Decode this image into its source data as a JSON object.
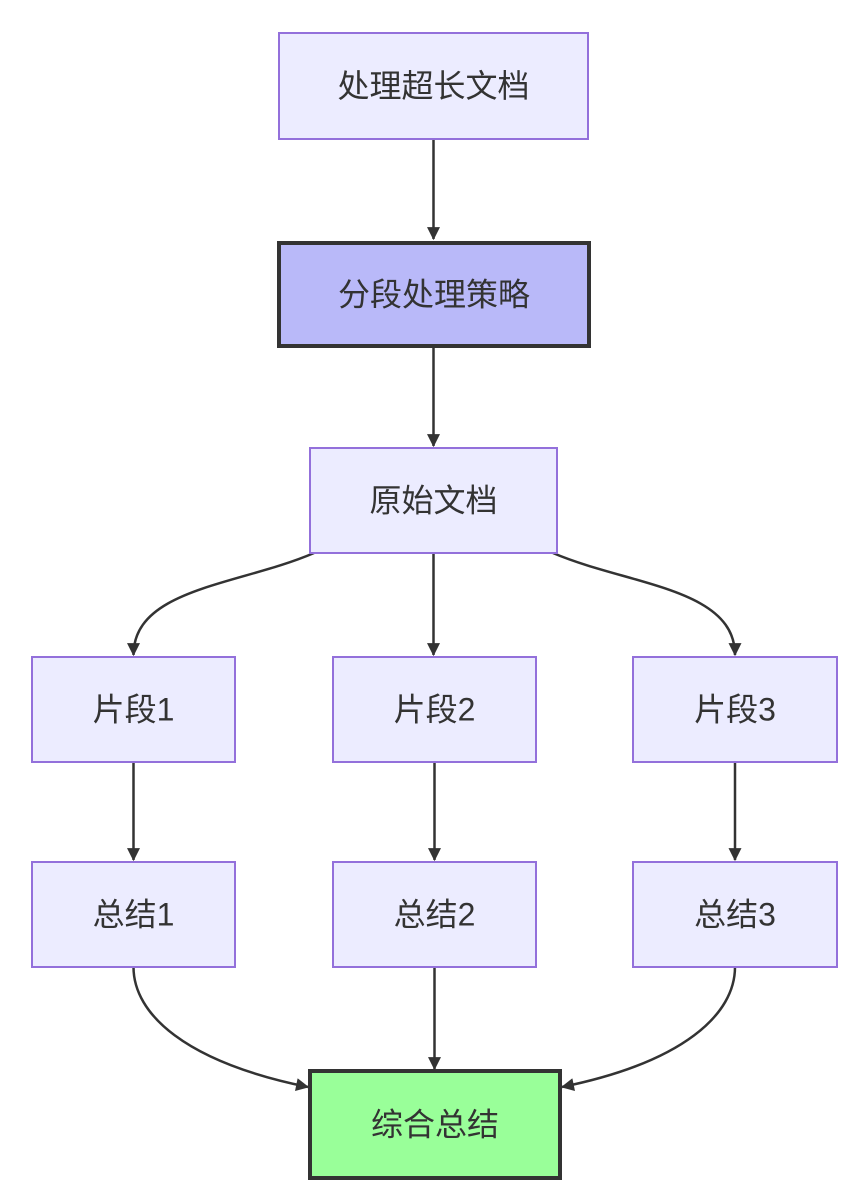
{
  "diagram": {
    "type": "flowchart",
    "direction": "top-down",
    "nodes": [
      {
        "id": "A",
        "label": "处理超长文档",
        "style": "default"
      },
      {
        "id": "B",
        "label": "分段处理策略",
        "style": "highlight"
      },
      {
        "id": "C",
        "label": "原始文档",
        "style": "default"
      },
      {
        "id": "D1",
        "label": "片段1",
        "style": "default"
      },
      {
        "id": "D2",
        "label": "片段2",
        "style": "default"
      },
      {
        "id": "D3",
        "label": "片段3",
        "style": "default"
      },
      {
        "id": "E1",
        "label": "总结1",
        "style": "default"
      },
      {
        "id": "E2",
        "label": "总结2",
        "style": "default"
      },
      {
        "id": "E3",
        "label": "总结3",
        "style": "default"
      },
      {
        "id": "F",
        "label": "综合总结",
        "style": "success"
      }
    ],
    "edges": [
      {
        "from": "处理超长文档",
        "to": "分段处理策略"
      },
      {
        "from": "分段处理策略",
        "to": "原始文档"
      },
      {
        "from": "原始文档",
        "to": "片段1"
      },
      {
        "from": "原始文档",
        "to": "片段2"
      },
      {
        "from": "原始文档",
        "to": "片段3"
      },
      {
        "from": "片段1",
        "to": "总结1"
      },
      {
        "from": "片段2",
        "to": "总结2"
      },
      {
        "from": "片段3",
        "to": "总结3"
      },
      {
        "from": "总结1",
        "to": "综合总结"
      },
      {
        "from": "总结2",
        "to": "综合总结"
      },
      {
        "from": "总结3",
        "to": "综合总结"
      }
    ]
  },
  "colors": {
    "background": "#ffffff",
    "node_fill": "#ececff",
    "node_border": "#9370db",
    "highlight_fill": "#b9b9f9",
    "success_fill": "#99ff99",
    "emphasis_border": "#333333",
    "edge": "#333333",
    "text": "#333333"
  }
}
